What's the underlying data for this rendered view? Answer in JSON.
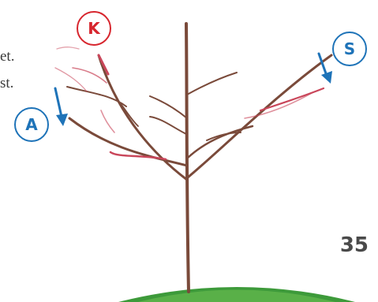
{
  "text_fragments": [
    "et.",
    "st."
  ],
  "markers": {
    "k": "K",
    "s": "S",
    "a": "A"
  },
  "page_number": "35",
  "colors": {
    "marker_red": "#d7262e",
    "marker_blue": "#1e73b8",
    "branch": "#7a4a3a",
    "pruned_branch": "#c9465a",
    "ground": "#3d9a3a"
  }
}
